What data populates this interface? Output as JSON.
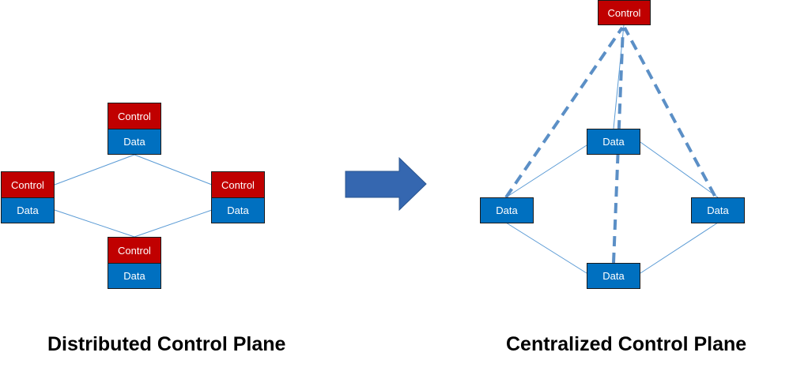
{
  "colors": {
    "control": "#c00000",
    "data": "#0070c0",
    "link": "#5b9bd5",
    "dashed_link": "#5b8fc6",
    "arrow": "#3567b0"
  },
  "left_diagram": {
    "caption": "Distributed Control Plane",
    "nodes": [
      {
        "control_label": "Control",
        "data_label": "Data"
      },
      {
        "control_label": "Control",
        "data_label": "Data"
      },
      {
        "control_label": "Control",
        "data_label": "Data"
      },
      {
        "control_label": "Control",
        "data_label": "Data"
      }
    ]
  },
  "right_diagram": {
    "caption": "Centralized Control Plane",
    "controller_label": "Control",
    "data_nodes": [
      {
        "label": "Data"
      },
      {
        "label": "Data"
      },
      {
        "label": "Data"
      },
      {
        "label": "Data"
      }
    ]
  }
}
